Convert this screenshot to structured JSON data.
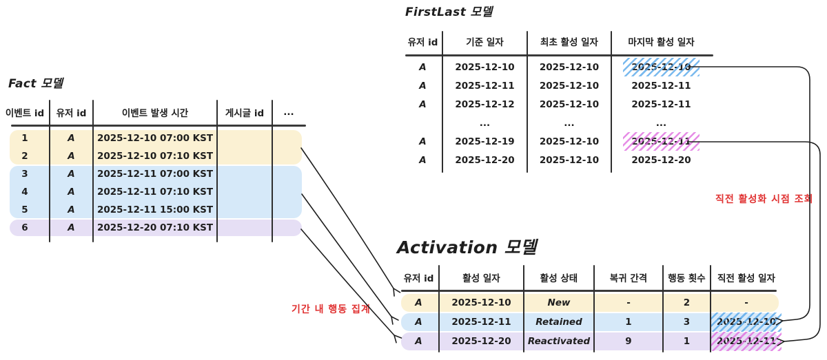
{
  "titles": {
    "fact": "Fact 모델",
    "firstlast": "FirstLast 모델",
    "activation": "Activation 모델"
  },
  "tables": {
    "fact": {
      "columns": [
        "이벤트 id",
        "유저 id",
        "이벤트 발생 시간",
        "게시글 id",
        "..."
      ],
      "rows": [
        {
          "group": "yellow",
          "cells": [
            "1",
            "A",
            "2025-12-10 07:00 KST",
            "",
            ""
          ]
        },
        {
          "group": "yellow",
          "cells": [
            "2",
            "A",
            "2025-12-10 07:10 KST",
            "",
            ""
          ]
        },
        {
          "group": "blue",
          "cells": [
            "3",
            "A",
            "2025-12-11 07:00 KST",
            "",
            ""
          ]
        },
        {
          "group": "blue",
          "cells": [
            "4",
            "A",
            "2025-12-11 07:10 KST",
            "",
            ""
          ]
        },
        {
          "group": "blue",
          "cells": [
            "5",
            "A",
            "2025-12-11 15:00 KST",
            "",
            ""
          ]
        },
        {
          "group": "purple",
          "cells": [
            "6",
            "A",
            "2025-12-20 07:10 KST",
            "",
            ""
          ]
        }
      ]
    },
    "firstlast": {
      "columns": [
        "유저 id",
        "기준 일자",
        "최초 활성 일자",
        "마지막 활성 일자"
      ],
      "rows": [
        {
          "cells": [
            "A",
            "2025-12-10",
            "2025-12-10",
            "2025-12-10"
          ],
          "highlight": {
            "col": 3,
            "type": "blue"
          }
        },
        {
          "cells": [
            "A",
            "2025-12-11",
            "2025-12-10",
            "2025-12-11"
          ]
        },
        {
          "cells": [
            "A",
            "2025-12-12",
            "2025-12-10",
            "2025-12-11"
          ]
        },
        {
          "cells": [
            "",
            "...",
            "...",
            "..."
          ]
        },
        {
          "cells": [
            "A",
            "2025-12-19",
            "2025-12-10",
            "2025-12-11"
          ],
          "highlight": {
            "col": 3,
            "type": "magenta"
          }
        },
        {
          "cells": [
            "A",
            "2025-12-20",
            "2025-12-10",
            "2025-12-20"
          ]
        }
      ]
    },
    "activation": {
      "columns": [
        "유저 id",
        "활성 일자",
        "활성 상태",
        "복귀 간격",
        "행동 횟수",
        "직전 활성 일자"
      ],
      "rows": [
        {
          "group": "yellow",
          "cells": [
            "A",
            "2025-12-10",
            "New",
            "-",
            "2",
            "-"
          ]
        },
        {
          "group": "blue",
          "cells": [
            "A",
            "2025-12-11",
            "Retained",
            "1",
            "3",
            "2025-12-10"
          ],
          "highlight": {
            "col": 5,
            "type": "blue"
          }
        },
        {
          "group": "purple",
          "cells": [
            "A",
            "2025-12-20",
            "Reactivated",
            "9",
            "1",
            "2025-12-11"
          ],
          "highlight": {
            "col": 5,
            "type": "magenta"
          }
        }
      ]
    }
  },
  "annotations": {
    "aggregate_label": "기간 내 행동 집계",
    "lookup_label": "직전 활성화 시점 조회"
  },
  "colors": {
    "row_yellow": "#FBF1D3",
    "row_blue": "#D6E9F9",
    "row_purple": "#E6DFF5",
    "hatch_blue": "#58A8EA",
    "hatch_magenta": "#E06FE0",
    "annotation_red": "#E03131",
    "ink": "#1E1E1E"
  }
}
